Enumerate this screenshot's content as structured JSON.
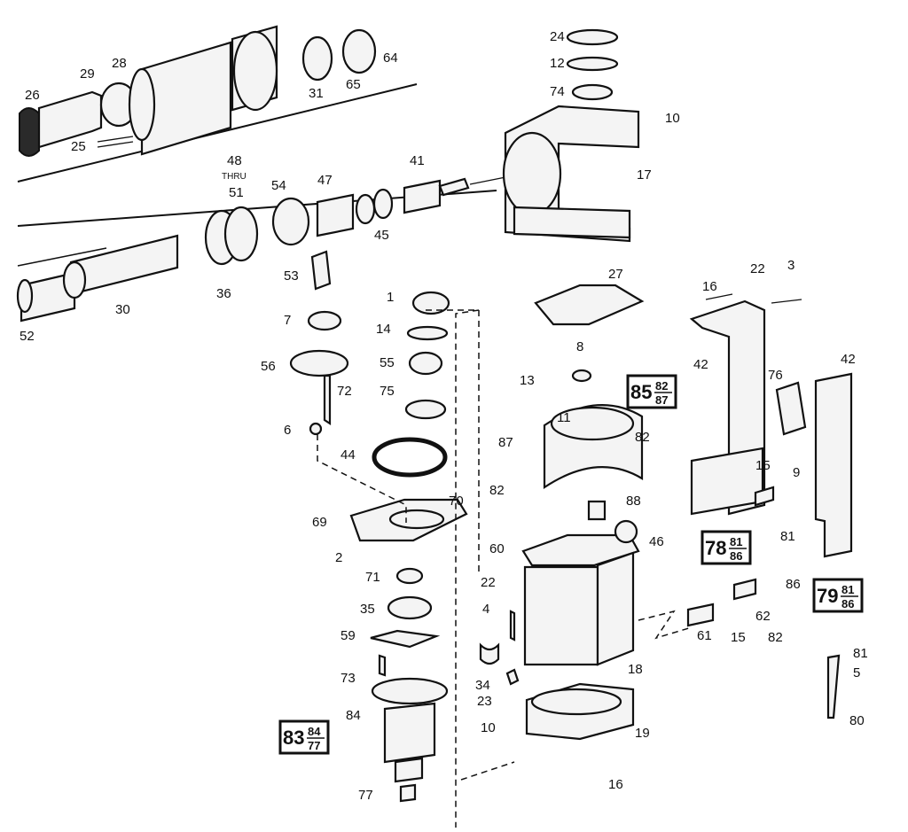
{
  "callouts": {
    "c1": "1",
    "c2": "2",
    "c3": "3",
    "c4": "4",
    "c5": "5",
    "c6": "6",
    "c7": "7",
    "c8": "8",
    "c9": "9",
    "c10": "10",
    "c10b": "10",
    "c11": "11",
    "c12": "12",
    "c13": "13",
    "c14": "14",
    "c15": "15",
    "c15b": "15",
    "c16": "16",
    "c16b": "16",
    "c17": "17",
    "c18": "18",
    "c19": "19",
    "c22": "22",
    "c22b": "22",
    "c23": "23",
    "c24": "24",
    "c25": "25",
    "c26": "26",
    "c27": "27",
    "c28": "28",
    "c29": "29",
    "c30": "30",
    "c31": "31",
    "c34": "34",
    "c35": "35",
    "c36": "36",
    "c41": "41",
    "c42": "42",
    "c42b": "42",
    "c44": "44",
    "c45": "45",
    "c46": "46",
    "c47": "47",
    "c48": "48",
    "thru": "THRU",
    "c51": "51",
    "c52": "52",
    "c53": "53",
    "c54": "54",
    "c55": "55",
    "c56": "56",
    "c59": "59",
    "c60": "60",
    "c61": "61",
    "c62": "62",
    "c64": "64",
    "c65": "65",
    "c69": "69",
    "c70": "70",
    "c71": "71",
    "c72": "72",
    "c73": "73",
    "c74": "74",
    "c75": "75",
    "c76": "76",
    "c77": "77",
    "c80": "80",
    "c81": "81",
    "c81b": "81",
    "c82": "82",
    "c82b": "82",
    "c82c": "82",
    "c84": "84",
    "c86": "86",
    "c87": "87",
    "c88": "88"
  },
  "kits": {
    "k85": {
      "main": "85",
      "top": "82",
      "bottom": "87"
    },
    "k83": {
      "main": "83",
      "top": "84",
      "bottom": "77"
    },
    "k78": {
      "main": "78",
      "top": "81",
      "bottom": "86"
    },
    "k79": {
      "main": "79",
      "top": "81",
      "bottom": "86"
    }
  }
}
